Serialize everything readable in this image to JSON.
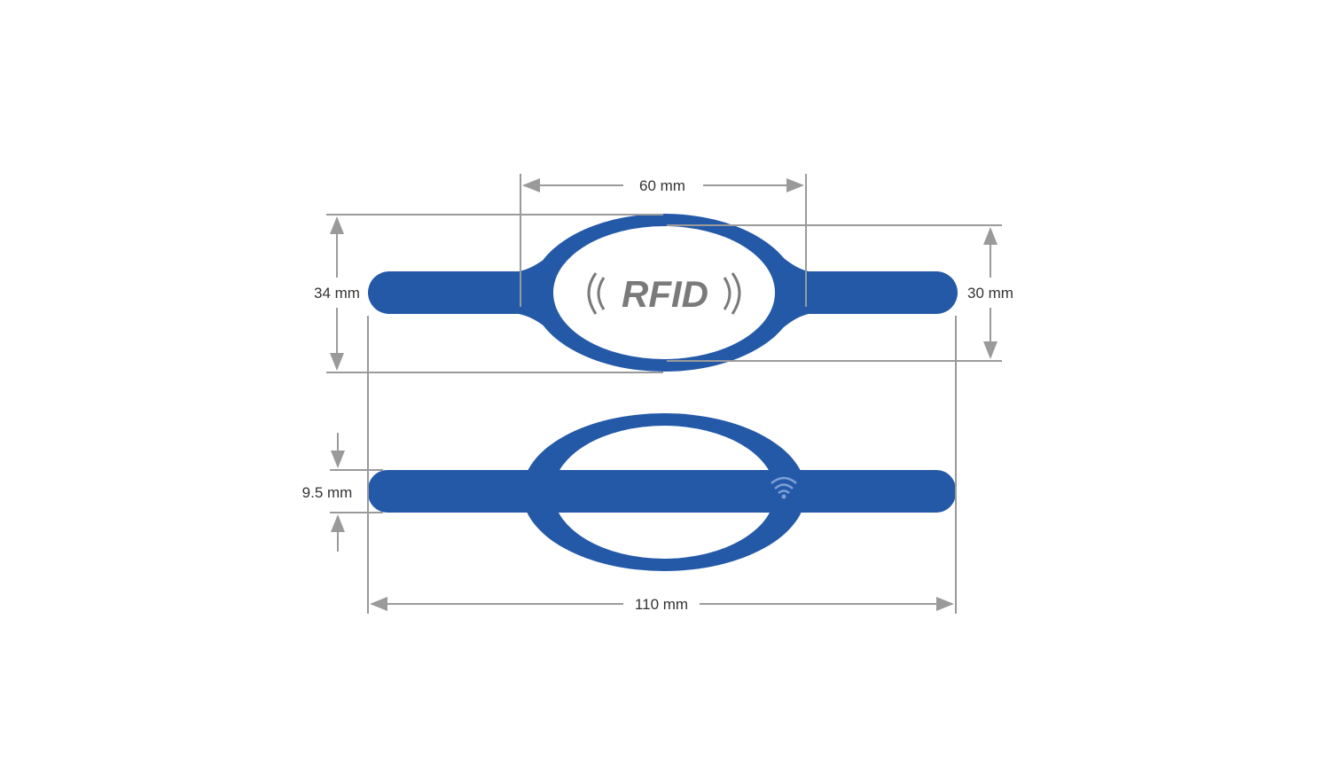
{
  "dimensions": {
    "width_top": "60 mm",
    "height_left": "34 mm",
    "height_right": "30 mm",
    "band_thickness": "9.5 mm",
    "total_length": "110 mm"
  },
  "logo": {
    "text": "RFID"
  },
  "colors": {
    "band": "#2459a8",
    "dimension_line": "#9a9a9a",
    "logo_gray": "#7a7a7a",
    "text": "#333333"
  },
  "icons": [
    "wifi-icon"
  ]
}
